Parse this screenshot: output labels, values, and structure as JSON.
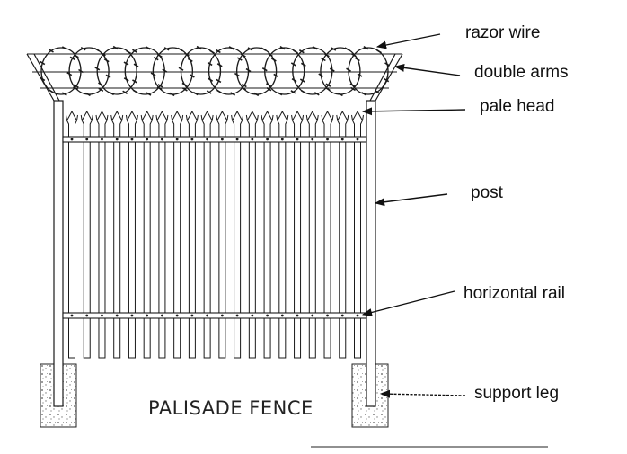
{
  "diagram": {
    "title": "PALISADE FENCE",
    "labels": {
      "razor_wire": "razor wire",
      "double_arms": "double arms",
      "pale_head": "pale head",
      "post": "post",
      "horizontal_rail": "horizontal rail",
      "support_leg": "support leg"
    },
    "counts": {
      "pales": 20,
      "razor_coils": 12
    },
    "colors": {
      "line": "#1a1a1a",
      "background": "#ffffff"
    }
  }
}
